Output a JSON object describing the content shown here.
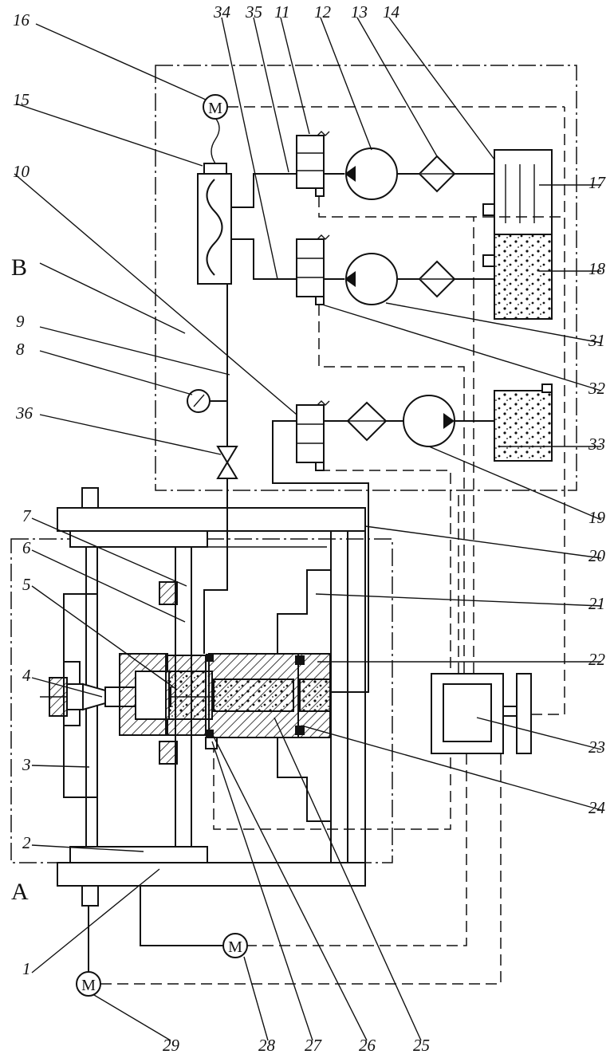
{
  "diagram": {
    "regions": {
      "A": "A",
      "B": "B"
    },
    "top_labels": [
      "16",
      "15",
      "10",
      "34",
      "35",
      "11",
      "12",
      "13",
      "14"
    ],
    "left_labels": [
      "36",
      "8",
      "9",
      "B",
      "A"
    ],
    "right_labels": [
      "17",
      "18",
      "31",
      "32",
      "33",
      "19",
      "20",
      "21",
      "22",
      "23",
      "24"
    ],
    "bottom_labels": [
      "29",
      "28",
      "27",
      "26",
      "25"
    ],
    "extra_labels": [
      "1",
      "2",
      "3",
      "4",
      "5",
      "6",
      "7"
    ],
    "motor_symbol": "M"
  }
}
